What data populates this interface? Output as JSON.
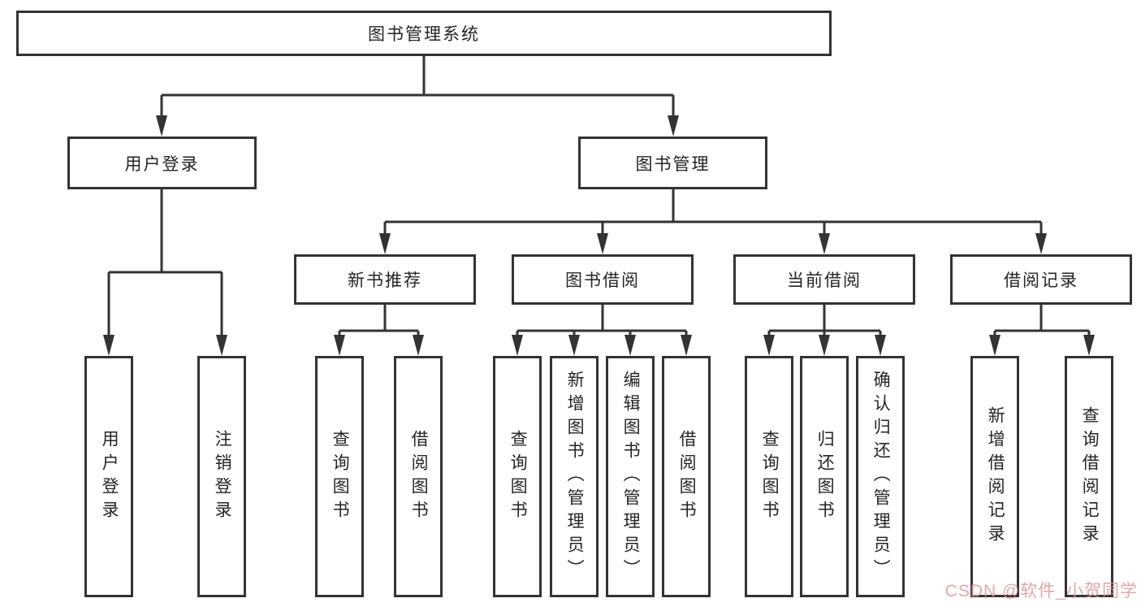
{
  "diagram": {
    "root": {
      "label": "图书管理系统"
    },
    "level1": [
      {
        "label": "用户登录"
      },
      {
        "label": "图书管理"
      }
    ],
    "level2": [
      {
        "label": "新书推荐"
      },
      {
        "label": "图书借阅"
      },
      {
        "label": "当前借阅"
      },
      {
        "label": "借阅记录"
      }
    ],
    "leaves": [
      {
        "label": "用户登录"
      },
      {
        "label": "注销登录"
      },
      {
        "label": "查询图书"
      },
      {
        "label": "借阅图书"
      },
      {
        "label": "查询图书"
      },
      {
        "label": "新增图书（管理员）"
      },
      {
        "label": "编辑图书（管理员）"
      },
      {
        "label": "借阅图书"
      },
      {
        "label": "查询图书"
      },
      {
        "label": "归还图书"
      },
      {
        "label": "确认归还（管理员）"
      },
      {
        "label": "新增借阅记录"
      },
      {
        "label": "查询借阅记录"
      }
    ],
    "colors": {
      "line": "#333333",
      "box_border": "#333333",
      "box_fill": "#ffffff",
      "text": "#242424",
      "watermark": "#e09696",
      "background": "#ffffff"
    },
    "watermark": {
      "text": "CSDN @软件_小贺同学"
    }
  }
}
